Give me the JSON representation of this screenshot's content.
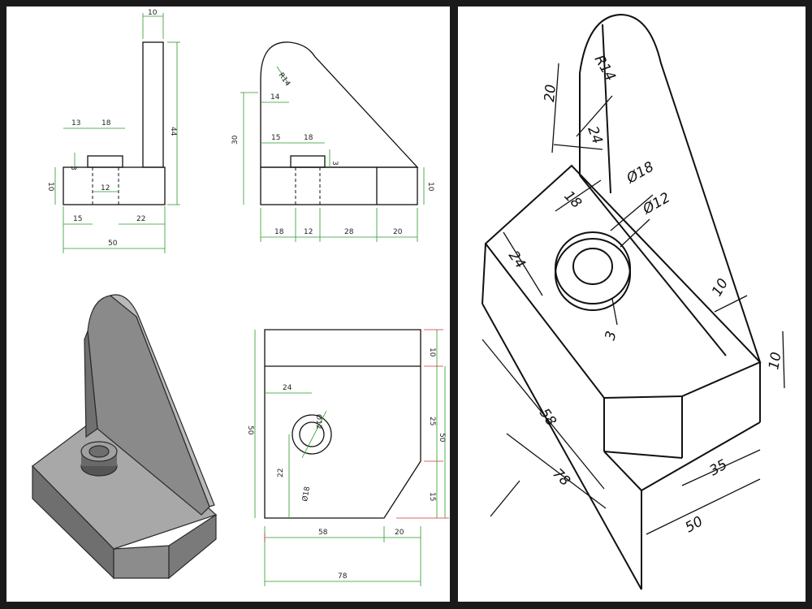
{
  "front_view": {
    "dims": {
      "top_width": "10",
      "height": "44",
      "left_offset": "13",
      "boss_width": "18",
      "boss_height": "3",
      "base_height": "10",
      "hole": "12",
      "bottom_left": "15",
      "bottom_right": "22",
      "overall": "50"
    }
  },
  "side_view": {
    "dims": {
      "radius": "R14",
      "arc_offset": "14",
      "height": "30",
      "left_offset": "15",
      "boss_width": "18",
      "boss_height": "3",
      "base_height": "10",
      "seg1": "18",
      "seg2": "12",
      "seg3": "28",
      "seg4": "20"
    }
  },
  "top_view": {
    "dims": {
      "band": "10",
      "hole_x": "24",
      "depth": "50",
      "inner_25": "25",
      "inner_50": "50",
      "hole_y": "22",
      "chamfer": "15",
      "outer_dia": "Ø18",
      "inner_dia": "Ø12",
      "len1": "58",
      "len2": "20",
      "total": "78"
    }
  },
  "iso_sketch": {
    "dims": {
      "arc_height": "20",
      "radius": "R14",
      "arc_width": "24",
      "dia_outer": "Ø18",
      "dia_inner": "Ø12",
      "boss_offset": "18",
      "depth": "24",
      "boss_height": "3",
      "rib": "10",
      "base_height": "10",
      "len_inner": "58",
      "len_total": "78",
      "chamfer": "35",
      "width": "50"
    }
  }
}
